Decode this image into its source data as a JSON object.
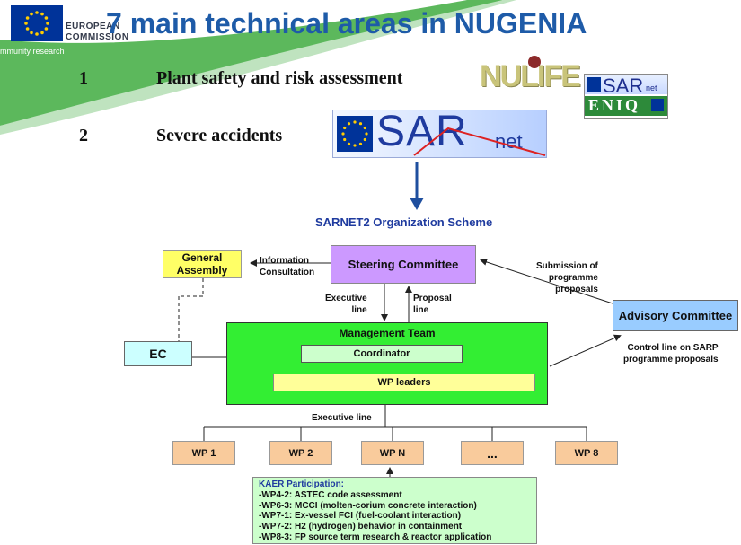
{
  "header": {
    "ec_logo": {
      "line1": "EUROPEAN",
      "line2": "COMMISSION",
      "subtitle": "mmunity research"
    },
    "title": "7 main technical areas in NUGENIA"
  },
  "rows": [
    {
      "number": "1",
      "text": "Plant safety and risk assessment"
    },
    {
      "number": "2",
      "text": "Severe accidents"
    }
  ],
  "logos": {
    "nulife": "NULIFE",
    "sarnet_small": "SAR",
    "sarnet_small_sub": "net",
    "eniq": "ENIQ",
    "sarnet_big": "SAR",
    "sarnet_big_sub": "net"
  },
  "diagram": {
    "title": "SARNET2 Organization Scheme",
    "general_assembly": "General Assembly",
    "steering_committee": "Steering Committee",
    "advisory_committee": "Advisory Committee",
    "ec": "EC",
    "management_team": "Management Team",
    "coordinator": "Coordinator",
    "wp_leaders": "WP leaders",
    "information_label": "Information\nConsultation",
    "executive_line_1": "Executive\nline",
    "proposal_line": "Proposal\nline",
    "submission_label": "Submission of\nprogramme\nproposals",
    "control_line_label": "Control line on SARP\nprogramme proposals",
    "executive_line_2": "Executive line",
    "work_packages": [
      "WP 1",
      "WP 2",
      "WP N",
      "...",
      "WP 8"
    ],
    "kaer": {
      "title": "KAER Participation:",
      "items": [
        "-WP4-2: ASTEC code assessment",
        "-WP6-3: MCCI (molten-corium concrete interaction)",
        "-WP7-1: Ex-vessel FCI (fuel-coolant interaction)",
        "-WP7-2: H2 (hydrogen) behavior in containment",
        "-WP8-3: FP source term research & reactor application"
      ]
    }
  },
  "colors": {
    "title_blue": "#1e5ba8",
    "ec_blue": "#003399",
    "swoosh_green": "#4caf50",
    "general_assembly": "#ffff66",
    "steering_committee": "#cc99ff",
    "advisory_committee": "#99ccff",
    "ec_box": "#ccffff",
    "management_team": "#33ee33",
    "wp_box": "#f9cb9c",
    "kaer_box": "#ccffcc"
  }
}
